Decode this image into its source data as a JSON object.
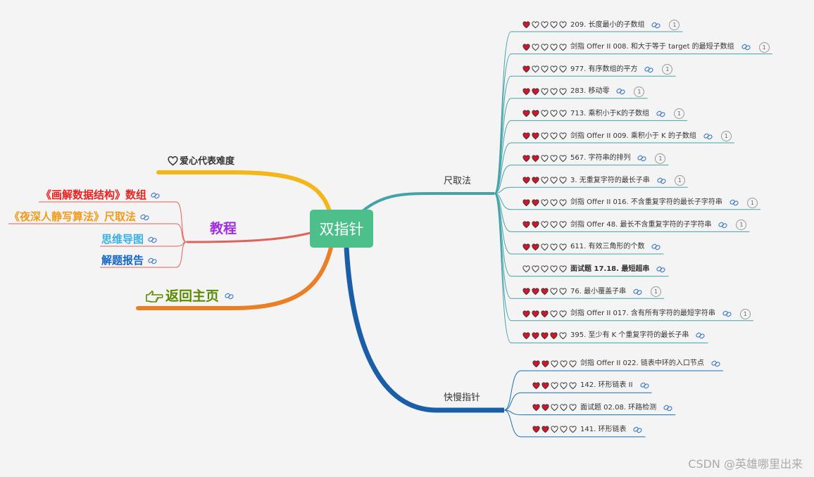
{
  "central": "双指针",
  "legend": "爱心代表难度",
  "tutorial": {
    "label": "教程",
    "items": [
      {
        "label": "《画解数据结构》数组",
        "color": "#e8231f"
      },
      {
        "label": "《夜深人静写算法》尺取法",
        "color": "#f19a1a"
      },
      {
        "label": "思维导图",
        "color": "#3cb1e6"
      },
      {
        "label": "解题报告",
        "color": "#1366c8"
      }
    ]
  },
  "home": "返回主页",
  "branches": [
    {
      "label": "尺取法",
      "color": "#44a3a9",
      "items": [
        {
          "hearts": 1,
          "text": "209. 长度最小的子数组",
          "count": "1"
        },
        {
          "hearts": 1,
          "text": "剑指 Offer II 008. 和大于等于 target 的最短子数组",
          "count": "1"
        },
        {
          "hearts": 1,
          "text": "977. 有序数组的平方",
          "count": "1"
        },
        {
          "hearts": 2,
          "text": "283. 移动零",
          "count": "1"
        },
        {
          "hearts": 2,
          "text": "713. 乘积小于K的子数组",
          "count": "1"
        },
        {
          "hearts": 2,
          "text": "剑指 Offer II 009. 乘积小于 K 的子数组",
          "count": "1"
        },
        {
          "hearts": 2,
          "text": "567. 字符串的排列",
          "count": "1"
        },
        {
          "hearts": 2,
          "text": "3. 无重复字符的最长子串",
          "count": "1"
        },
        {
          "hearts": 2,
          "text": "剑指 Offer II 016. 不含重复字符的最长子字符串",
          "count": "1"
        },
        {
          "hearts": 2,
          "text": "剑指 Offer 48. 最长不含重复字符的子字符串",
          "count": "1"
        },
        {
          "hearts": 2,
          "text": "611. 有效三角形的个数",
          "count": ""
        },
        {
          "hearts": 0,
          "text": "面试题 17.18. 最短超串",
          "count": "",
          "bold": true
        },
        {
          "hearts": 3,
          "text": "76. 最小覆盖子串",
          "count": "1"
        },
        {
          "hearts": 3,
          "text": "剑指 Offer II 017. 含有所有字符的最短字符串",
          "count": "1"
        },
        {
          "hearts": 4,
          "text": "395. 至少有 K 个重复字符的最长子串",
          "count": ""
        }
      ]
    },
    {
      "label": "快慢指针",
      "color": "#1a6fb5",
      "items": [
        {
          "hearts": 2,
          "text": "剑指 Offer II 022. 链表中环的入口节点",
          "count": ""
        },
        {
          "hearts": 2,
          "text": "142. 环形链表 II",
          "count": ""
        },
        {
          "hearts": 2,
          "text": "面试题 02.08. 环路检测",
          "count": ""
        },
        {
          "hearts": 2,
          "text": "141. 环形链表",
          "count": ""
        }
      ]
    }
  ],
  "watermark": "CSDN @英雄哪里出来",
  "icon_names": [
    "heart-filled-icon",
    "heart-outline-icon",
    "link-icon",
    "pointing-hand-icon"
  ]
}
